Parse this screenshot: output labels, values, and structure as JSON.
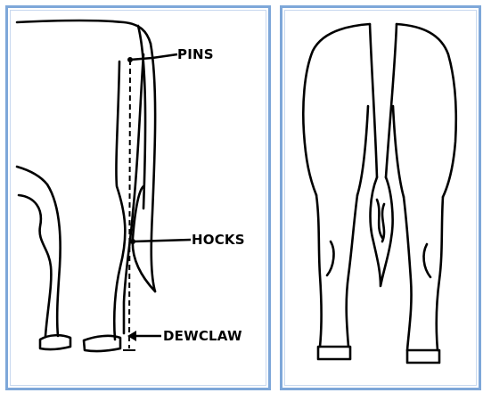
{
  "left_panel": {
    "labels": {
      "pins": "PINS",
      "hocks": "HOCKS",
      "dewclaw": "DEWCLAW"
    }
  },
  "colors": {
    "frame": "#7ea7d9",
    "line": "#000000"
  }
}
